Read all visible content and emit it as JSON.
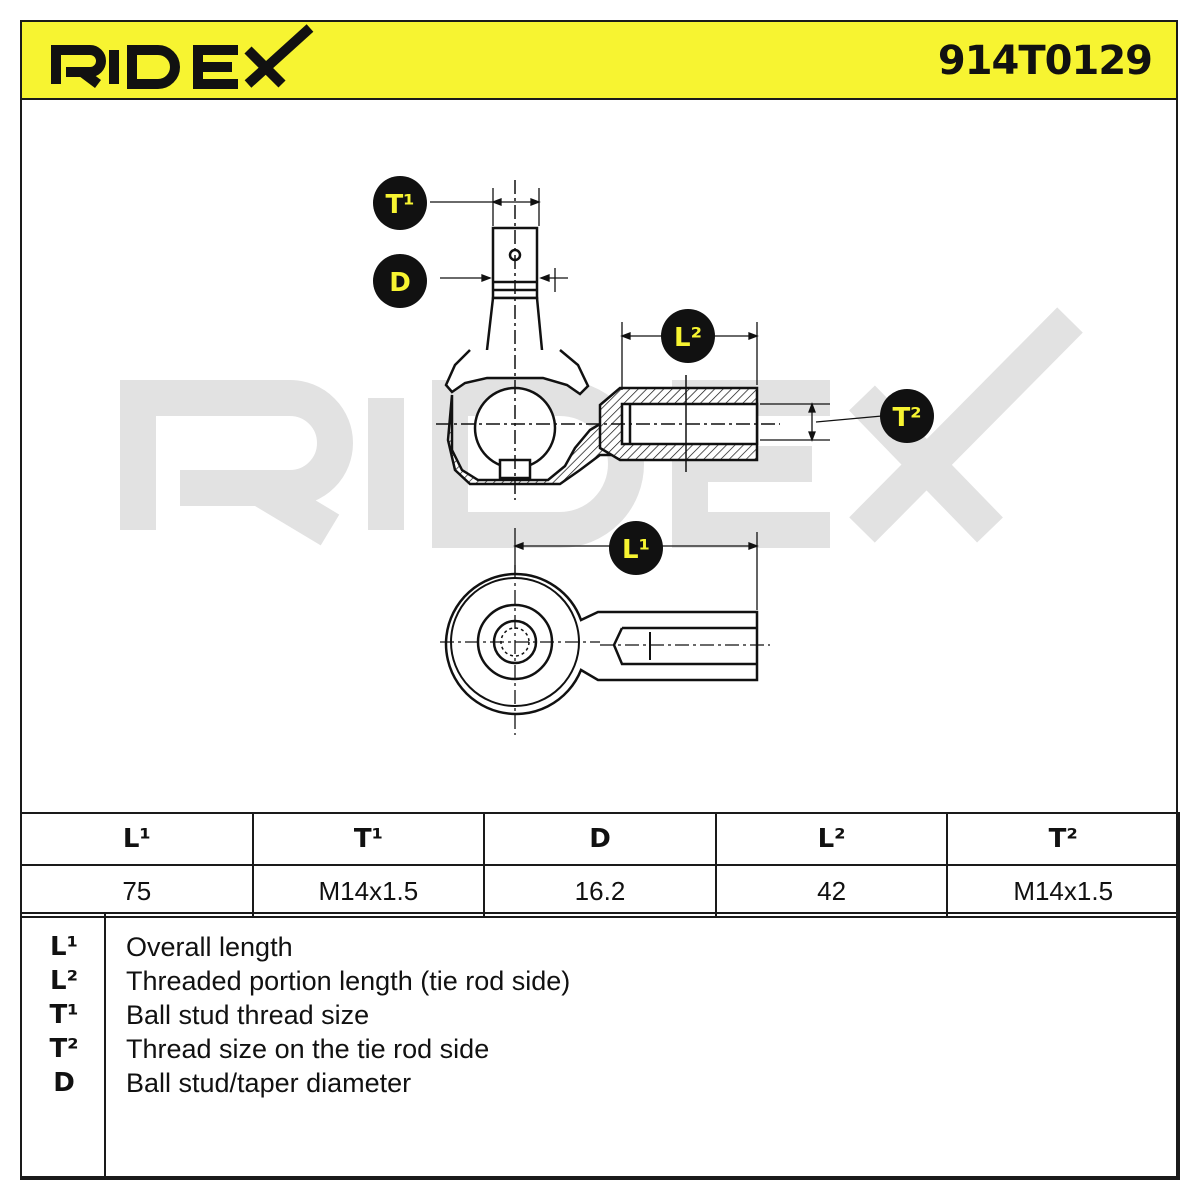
{
  "header": {
    "brand": "RIDEX",
    "part_number": "914T0129",
    "background_color": "#f7f431"
  },
  "drawing": {
    "watermark": "RIDEX",
    "callouts": {
      "t1": "T¹",
      "d": "D",
      "l2": "L²",
      "t2": "T²",
      "l1": "L¹"
    }
  },
  "spec_table": {
    "headers": [
      "L¹",
      "T¹",
      "D",
      "L²",
      "T²"
    ],
    "values": [
      "75",
      "M14x1.5",
      "16.2",
      "42",
      "M14x1.5"
    ]
  },
  "legend": [
    {
      "symbol": "L¹",
      "description": "Overall length"
    },
    {
      "symbol": "L²",
      "description": "Threaded portion length (tie rod side)"
    },
    {
      "symbol": "T¹",
      "description": "Ball stud thread size"
    },
    {
      "symbol": "T²",
      "description": "Thread size on the tie rod side"
    },
    {
      "symbol": "D",
      "description": "Ball stud/taper diameter"
    }
  ]
}
